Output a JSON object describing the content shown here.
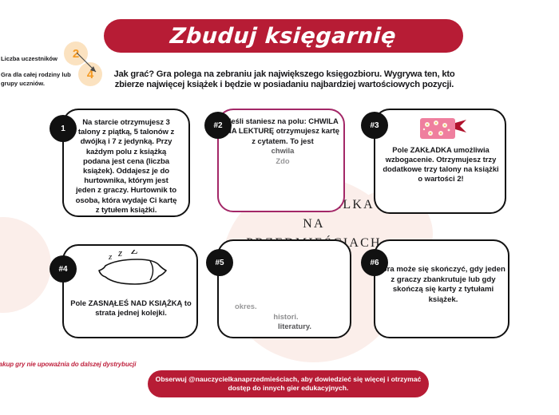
{
  "header": {
    "title": "Zbuduj księgarnię",
    "intro": "Jak grać? Gra polega na zebraniu jak największego księgozbioru. Wygrywa ten, kto zbierze najwięcej książek i będzie w posiadaniu najbardziej wartościowych pozycji."
  },
  "meta": {
    "participants_label": "Liczba uczestników",
    "participants_note": "Gra dla całej rodziny lub grupy uczniów.",
    "players_min": "2",
    "players_max": "4"
  },
  "watermark": {
    "line1": "NAUCZYCIELKA",
    "line2": "NA",
    "line3": "PRZEDMIEŚCIACH"
  },
  "cards": [
    {
      "badge": "1",
      "text": "Na starcie otrzymujesz 3 talony z piątką, 5 talonów z dwójką i 7 z jedynką. Przy każdym polu z książką podana jest cena (liczba książek). Oddajesz je do hurtownika, którym jest jeden z graczy. Hurtownik to osoba, która wydaje Ci kartę z tytułem książki."
    },
    {
      "badge": "#2",
      "text_line1": "Jeśli staniesz na polu: CHWILA NA LEKTURĘ otrzymujesz kartę z cytatem. To jest",
      "text_fade1": "chwila",
      "text_fade2": "Zdo"
    },
    {
      "badge": "#3",
      "text": "Pole ZAKŁADKA umożliwia wzbogacenie. Otrzymujesz trzy dodatkowe trzy talony na książki o wartości 2!",
      "art": "bookmark-icon"
    },
    {
      "badge": "#4",
      "text": "Pole ZASNĄŁEŚ NAD KSIĄŻKĄ  to strata jednej kolejki.",
      "art": "pillow-icon"
    },
    {
      "badge": "#5",
      "text_frag1": "okres.",
      "text_frag2": "histori.",
      "text_frag3": "literatury."
    },
    {
      "badge": "#6",
      "text": "Gra może się skończyć, gdy jeden z graczy zbankrutuje lub gdy skończą się karty z tytułami książek."
    }
  ],
  "footer": {
    "cta": "Obserwuj @nauczycielkanaprzedmieściach, aby dowiedzieć się więcej i otrzymać dostęp do innych gier edukacyjnych.",
    "disclaimer": "Zakup gry nie upoważnia do dalszej dystrybucji"
  },
  "colors": {
    "brand_red": "#b71c35",
    "accent_orange": "#f59a23",
    "magenta": "#a32767",
    "blush": "#fbeeea",
    "ink": "#111111"
  }
}
